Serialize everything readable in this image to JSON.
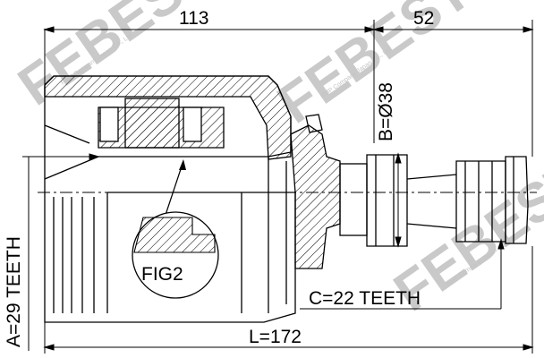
{
  "dimensions": {
    "length_113": "113",
    "length_52": "52",
    "diameter_b": "B=Ø38",
    "teeth_a": "A=29 TEETH",
    "teeth_c": "C=22 TEETH",
    "length_total": "L=172"
  },
  "callout": {
    "label": "FIG2"
  },
  "watermark": {
    "logo_text": "FEBEST",
    "caption": "RMP Company Japan Co., Ltd"
  },
  "colors": {
    "line": "#000000",
    "watermark": "#c9c9c9",
    "background": "#ffffff"
  }
}
